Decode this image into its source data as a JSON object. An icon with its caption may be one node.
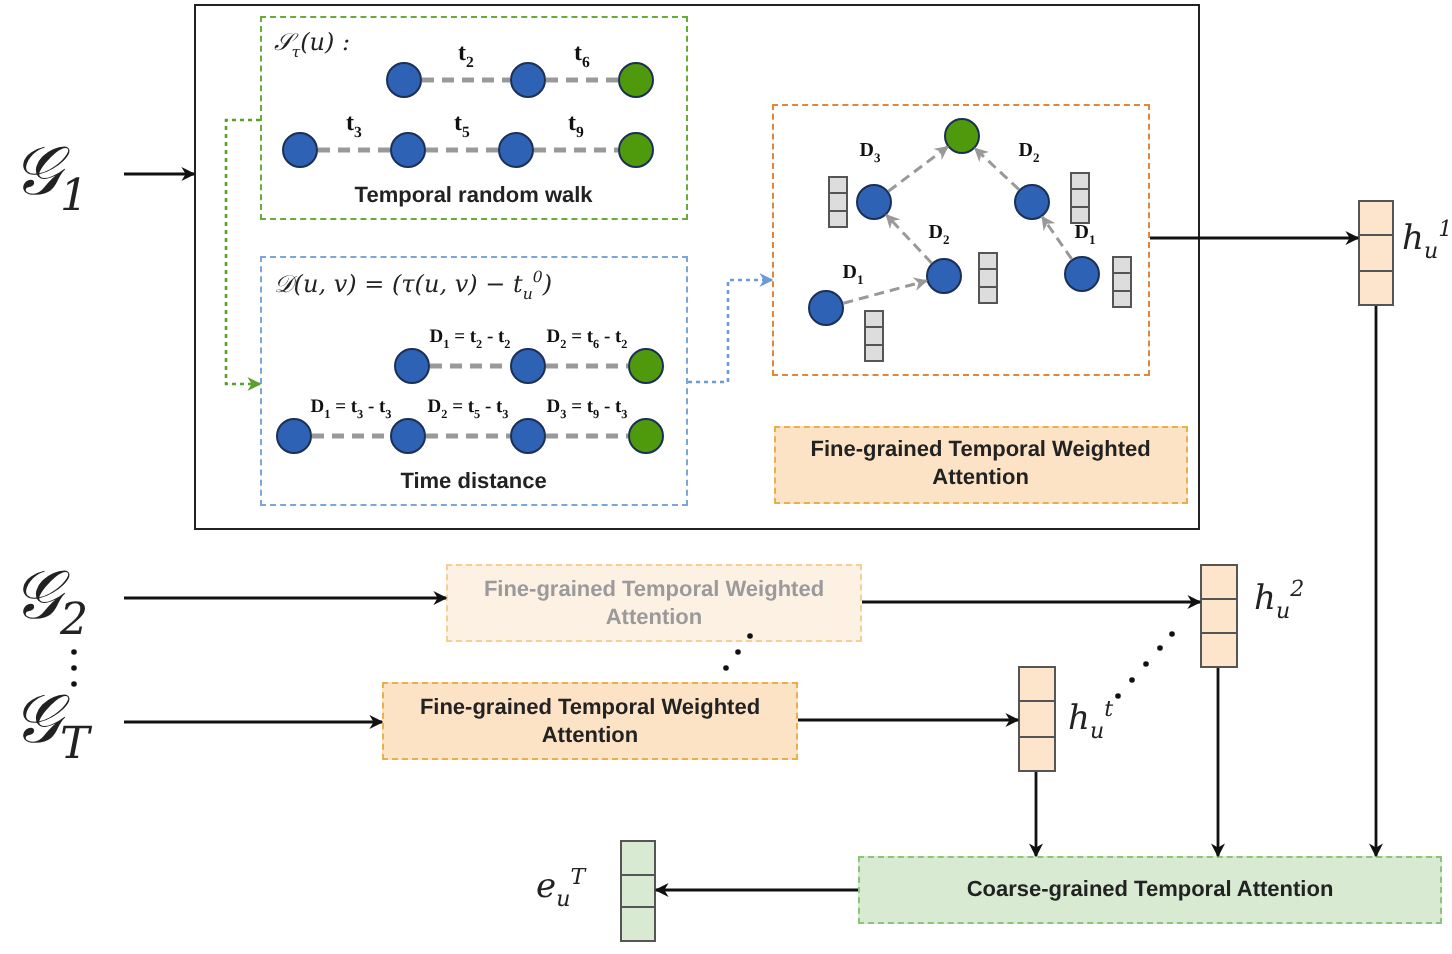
{
  "diagram": {
    "nodes": [
      {
        "text": [
          "𝒢$_{1}$"
        ]
      },
      {
        "text": [],
        "shape": "box"
      },
      {
        "text": [
          "𝒮$_{τ}$(u) :",
          "Temporal random walk"
        ],
        "in": 1
      },
      {
        "text": [],
        "shape": "circle",
        "in": 2
      },
      {
        "text": [],
        "shape": "circle",
        "in": 2
      },
      {
        "text": [],
        "shape": "circle",
        "in": 2
      },
      {
        "text": [],
        "shape": "circle",
        "in": 2
      },
      {
        "text": [],
        "shape": "circle",
        "in": 2
      },
      {
        "text": [],
        "shape": "circle",
        "in": 2
      },
      {
        "text": [],
        "shape": "circle",
        "in": 2
      },
      {
        "text": [
          "𝒟(u, v) = (τ(u, v) − t$_{u}$$^{0}$)",
          "Time distance"
        ],
        "in": 1
      },
      {
        "text": [],
        "shape": "circle",
        "in": 10
      },
      {
        "text": [],
        "shape": "circle",
        "in": 10
      },
      {
        "text": [],
        "shape": "circle",
        "in": 10
      },
      {
        "text": [],
        "shape": "circle",
        "in": 10
      },
      {
        "text": [],
        "shape": "circle",
        "in": 10
      },
      {
        "text": [],
        "shape": "circle",
        "in": 10
      },
      {
        "text": [],
        "shape": "circle",
        "in": 10
      },
      {
        "text": [],
        "shape": "box",
        "in": 1
      },
      {
        "text": [],
        "shape": "circle",
        "in": 18
      },
      {
        "text": [],
        "shape": "circle",
        "in": 18
      },
      {
        "text": [],
        "shape": "circle",
        "in": 18
      },
      {
        "text": [],
        "shape": "circle",
        "in": 18
      },
      {
        "text": [],
        "shape": "circle",
        "in": 18
      },
      {
        "text": [],
        "shape": "circle",
        "in": 18
      },
      {
        "text": [
          "Fine-grained Temporal Weighted Attention"
        ],
        "in": 1
      },
      {
        "text": [],
        "shape": "bar",
        "beside": [
          "h$_{u}$$^{1}$"
        ]
      },
      {
        "text": [
          "𝒢$_{2}$"
        ]
      },
      {
        "text": [
          "Fine-grained Temporal Weighted Attention"
        ]
      },
      {
        "text": [],
        "shape": "bar",
        "beside": [
          "h$_{u}$$^{2}$"
        ]
      },
      {
        "text": [
          "𝒢$_{T}$"
        ]
      },
      {
        "text": [
          "Fine-grained Temporal Weighted Attention"
        ]
      },
      {
        "text": [],
        "shape": "bar",
        "beside": [
          "h$_{u}$$^{t}$"
        ]
      },
      {
        "text": [
          "Coarse-grained Temporal Attention"
        ]
      },
      {
        "text": [],
        "shape": "bar",
        "beside": [
          "e$_{u}$$^{T}$"
        ]
      }
    ],
    "edges": [
      {
        "from": 0,
        "to": 1,
        "arrow": "to",
        "color": "#111111"
      },
      {
        "from": 3,
        "to": 4,
        "arrow": "none",
        "label": "t$_{2}$",
        "style": "dashed"
      },
      {
        "from": 4,
        "to": 5,
        "arrow": "none",
        "label": "t$_{6}$",
        "style": "dashed"
      },
      {
        "from": 6,
        "to": 7,
        "arrow": "none",
        "label": "t$_{3}$",
        "style": "dashed"
      },
      {
        "from": 7,
        "to": 8,
        "arrow": "none",
        "label": "t$_{5}$",
        "style": "dashed"
      },
      {
        "from": 8,
        "to": 9,
        "arrow": "none",
        "label": "t$_{9}$",
        "style": "dashed"
      },
      {
        "from": 2,
        "to": 10,
        "arrow": "to",
        "style": "dashed",
        "color": "#5aa02c"
      },
      {
        "from": 11,
        "to": 12,
        "arrow": "none",
        "label": "D$_{1}$ = t$_{2}$ - t$_{2}$",
        "style": "dashed"
      },
      {
        "from": 12,
        "to": 13,
        "arrow": "none",
        "label": "D$_{2}$ = t$_{6}$ - t$_{2}$",
        "style": "dashed"
      },
      {
        "from": 14,
        "to": 15,
        "arrow": "none",
        "label": "D$_{1}$ = t$_{3}$ - t$_{3}$",
        "style": "dashed"
      },
      {
        "from": 15,
        "to": 16,
        "arrow": "none",
        "label": "D$_{2}$ = t$_{5}$ - t$_{3}$",
        "style": "dashed"
      },
      {
        "from": 16,
        "to": 17,
        "arrow": "none",
        "label": "D$_{3}$ = t$_{9}$ - t$_{3}$",
        "style": "dashed"
      },
      {
        "from": 10,
        "to": 18,
        "arrow": "to",
        "style": "dashed",
        "color": "#6c9bd2"
      },
      {
        "from": 23,
        "to": 22,
        "arrow": "to",
        "label": "D$_{1}$",
        "style": "dashed"
      },
      {
        "from": 22,
        "to": 20,
        "arrow": "to",
        "label": "D$_{2}$",
        "style": "dashed"
      },
      {
        "from": 20,
        "to": 19,
        "arrow": "to",
        "label": "D$_{3}$",
        "style": "dashed"
      },
      {
        "from": 24,
        "to": 21,
        "arrow": "to",
        "label": "D$_{1}$",
        "style": "dashed"
      },
      {
        "from": 21,
        "to": 19,
        "arrow": "to",
        "label": "D$_{2}$",
        "style": "dashed"
      },
      {
        "from": 18,
        "to": 26,
        "arrow": "to",
        "color": "#111111"
      },
      {
        "from": 26,
        "to": 33,
        "arrow": "to",
        "color": "#111111"
      },
      {
        "from": 27,
        "to": 28,
        "arrow": "to",
        "color": "#111111"
      },
      {
        "from": 28,
        "to": 29,
        "arrow": "to",
        "color": "#111111"
      },
      {
        "from": 30,
        "to": 31,
        "arrow": "to",
        "color": "#111111"
      },
      {
        "from": 31,
        "to": 32,
        "arrow": "to",
        "color": "#111111"
      },
      {
        "from": 32,
        "to": 33,
        "arrow": "to",
        "color": "#111111"
      },
      {
        "from": 29,
        "to": 33,
        "arrow": "to",
        "color": "#111111"
      },
      {
        "from": 33,
        "to": 34,
        "arrow": "to",
        "color": "#111111"
      }
    ]
  }
}
